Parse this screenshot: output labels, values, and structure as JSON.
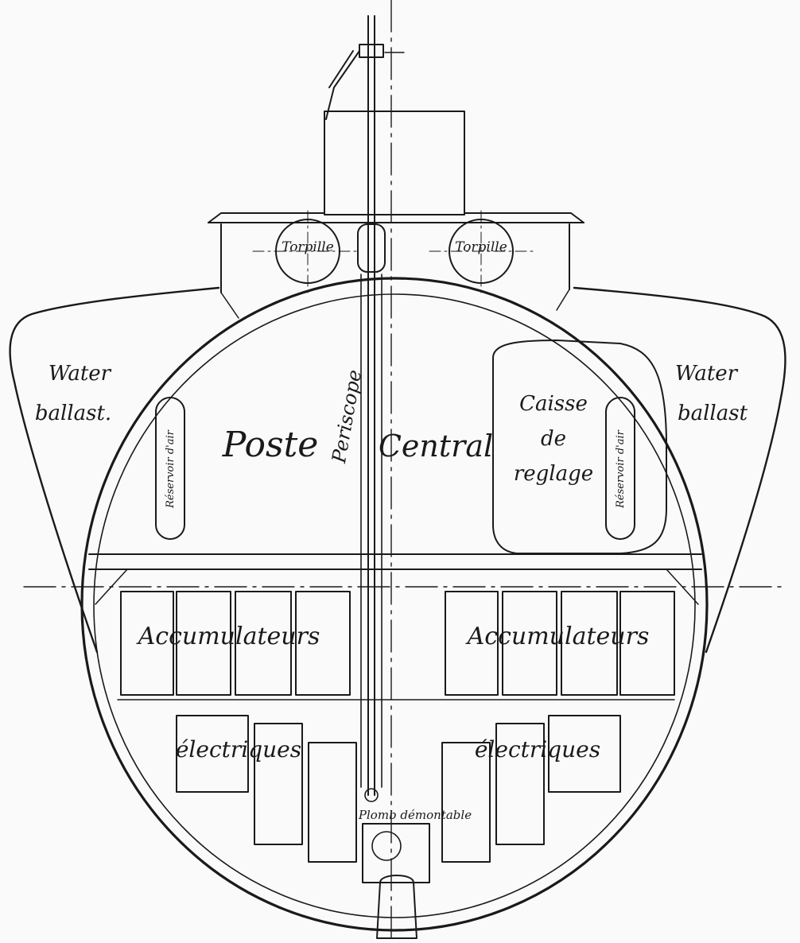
{
  "labels": {
    "water_ballast_left_1": "Water",
    "water_ballast_left_2": "ballast.",
    "water_ballast_right_1": "Water",
    "water_ballast_right_2": "ballast",
    "torpille_left": "Torpille",
    "torpille_right": "Torpille",
    "poste": "Poste",
    "central": "Central",
    "periscope": "Periscope",
    "caisse_1": "Caisse",
    "caisse_2": "de",
    "caisse_3": "reglage",
    "reservoir_left": "Réservoir d'air",
    "reservoir_right": "Réservoir d'air",
    "accumulateurs_left": "Accumulateurs",
    "accumulateurs_right": "Accumulateurs",
    "electriques_left": "électriques",
    "electriques_right": "électriques",
    "plomb": "Plomb démontable"
  },
  "colors": {
    "ink": "#1a1a1a",
    "paper": "#fafafa"
  }
}
